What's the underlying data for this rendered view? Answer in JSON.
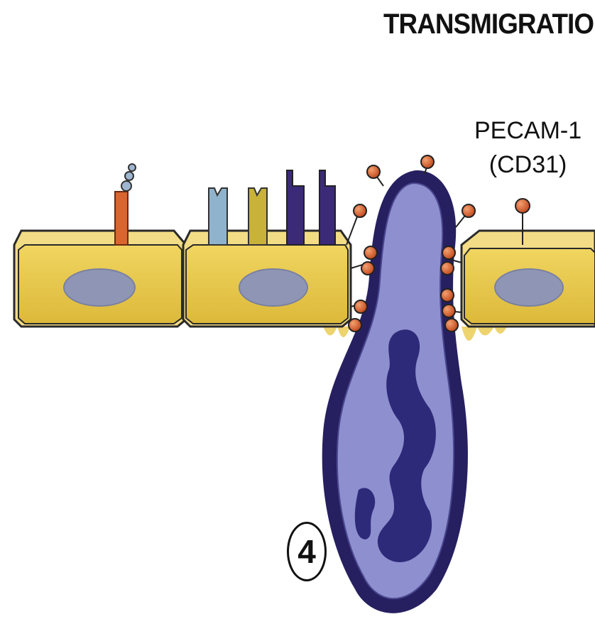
{
  "title": "TRANSMIGRATION",
  "pecam_label": {
    "line1": "PECAM-1",
    "line2": "(CD31)"
  },
  "step_number": "4",
  "colors": {
    "endothelium": "#e8c94a",
    "endothelium_outline": "#2a2a2a",
    "nucleus": "#8f96b5",
    "leukocyte_body": "#8e8fcf",
    "leukocyte_outline": "#1f1b52",
    "leukocyte_nucleus": "#2e2a7a",
    "pecam_ball": "#d9662e",
    "receptor_orange": "#d9662e",
    "receptor_blue": "#8fb3cc",
    "receptor_yellow": "#c8b23a",
    "receptor_purple": "#3b2a78"
  }
}
